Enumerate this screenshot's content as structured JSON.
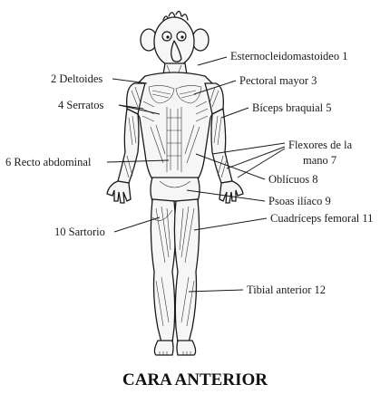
{
  "diagram": {
    "title": "CARA ANTERIOR",
    "labels": {
      "l1": "Esternocleidomastoideo 1",
      "l2": "2 Deltoides",
      "l3": "Pectoral mayor 3",
      "l4": "4 Serratos",
      "l5": "Bíceps braquial 5",
      "l6": "6 Recto abdominal",
      "l7a": "Flexores de la",
      "l7b": "mano 7",
      "l8": "Oblícuos 8",
      "l9": "Psoas ilíaco 9",
      "l10": "10 Sartorio",
      "l11": "Cuadríceps femoral 11",
      "l12": "Tibial anterior 12"
    }
  }
}
